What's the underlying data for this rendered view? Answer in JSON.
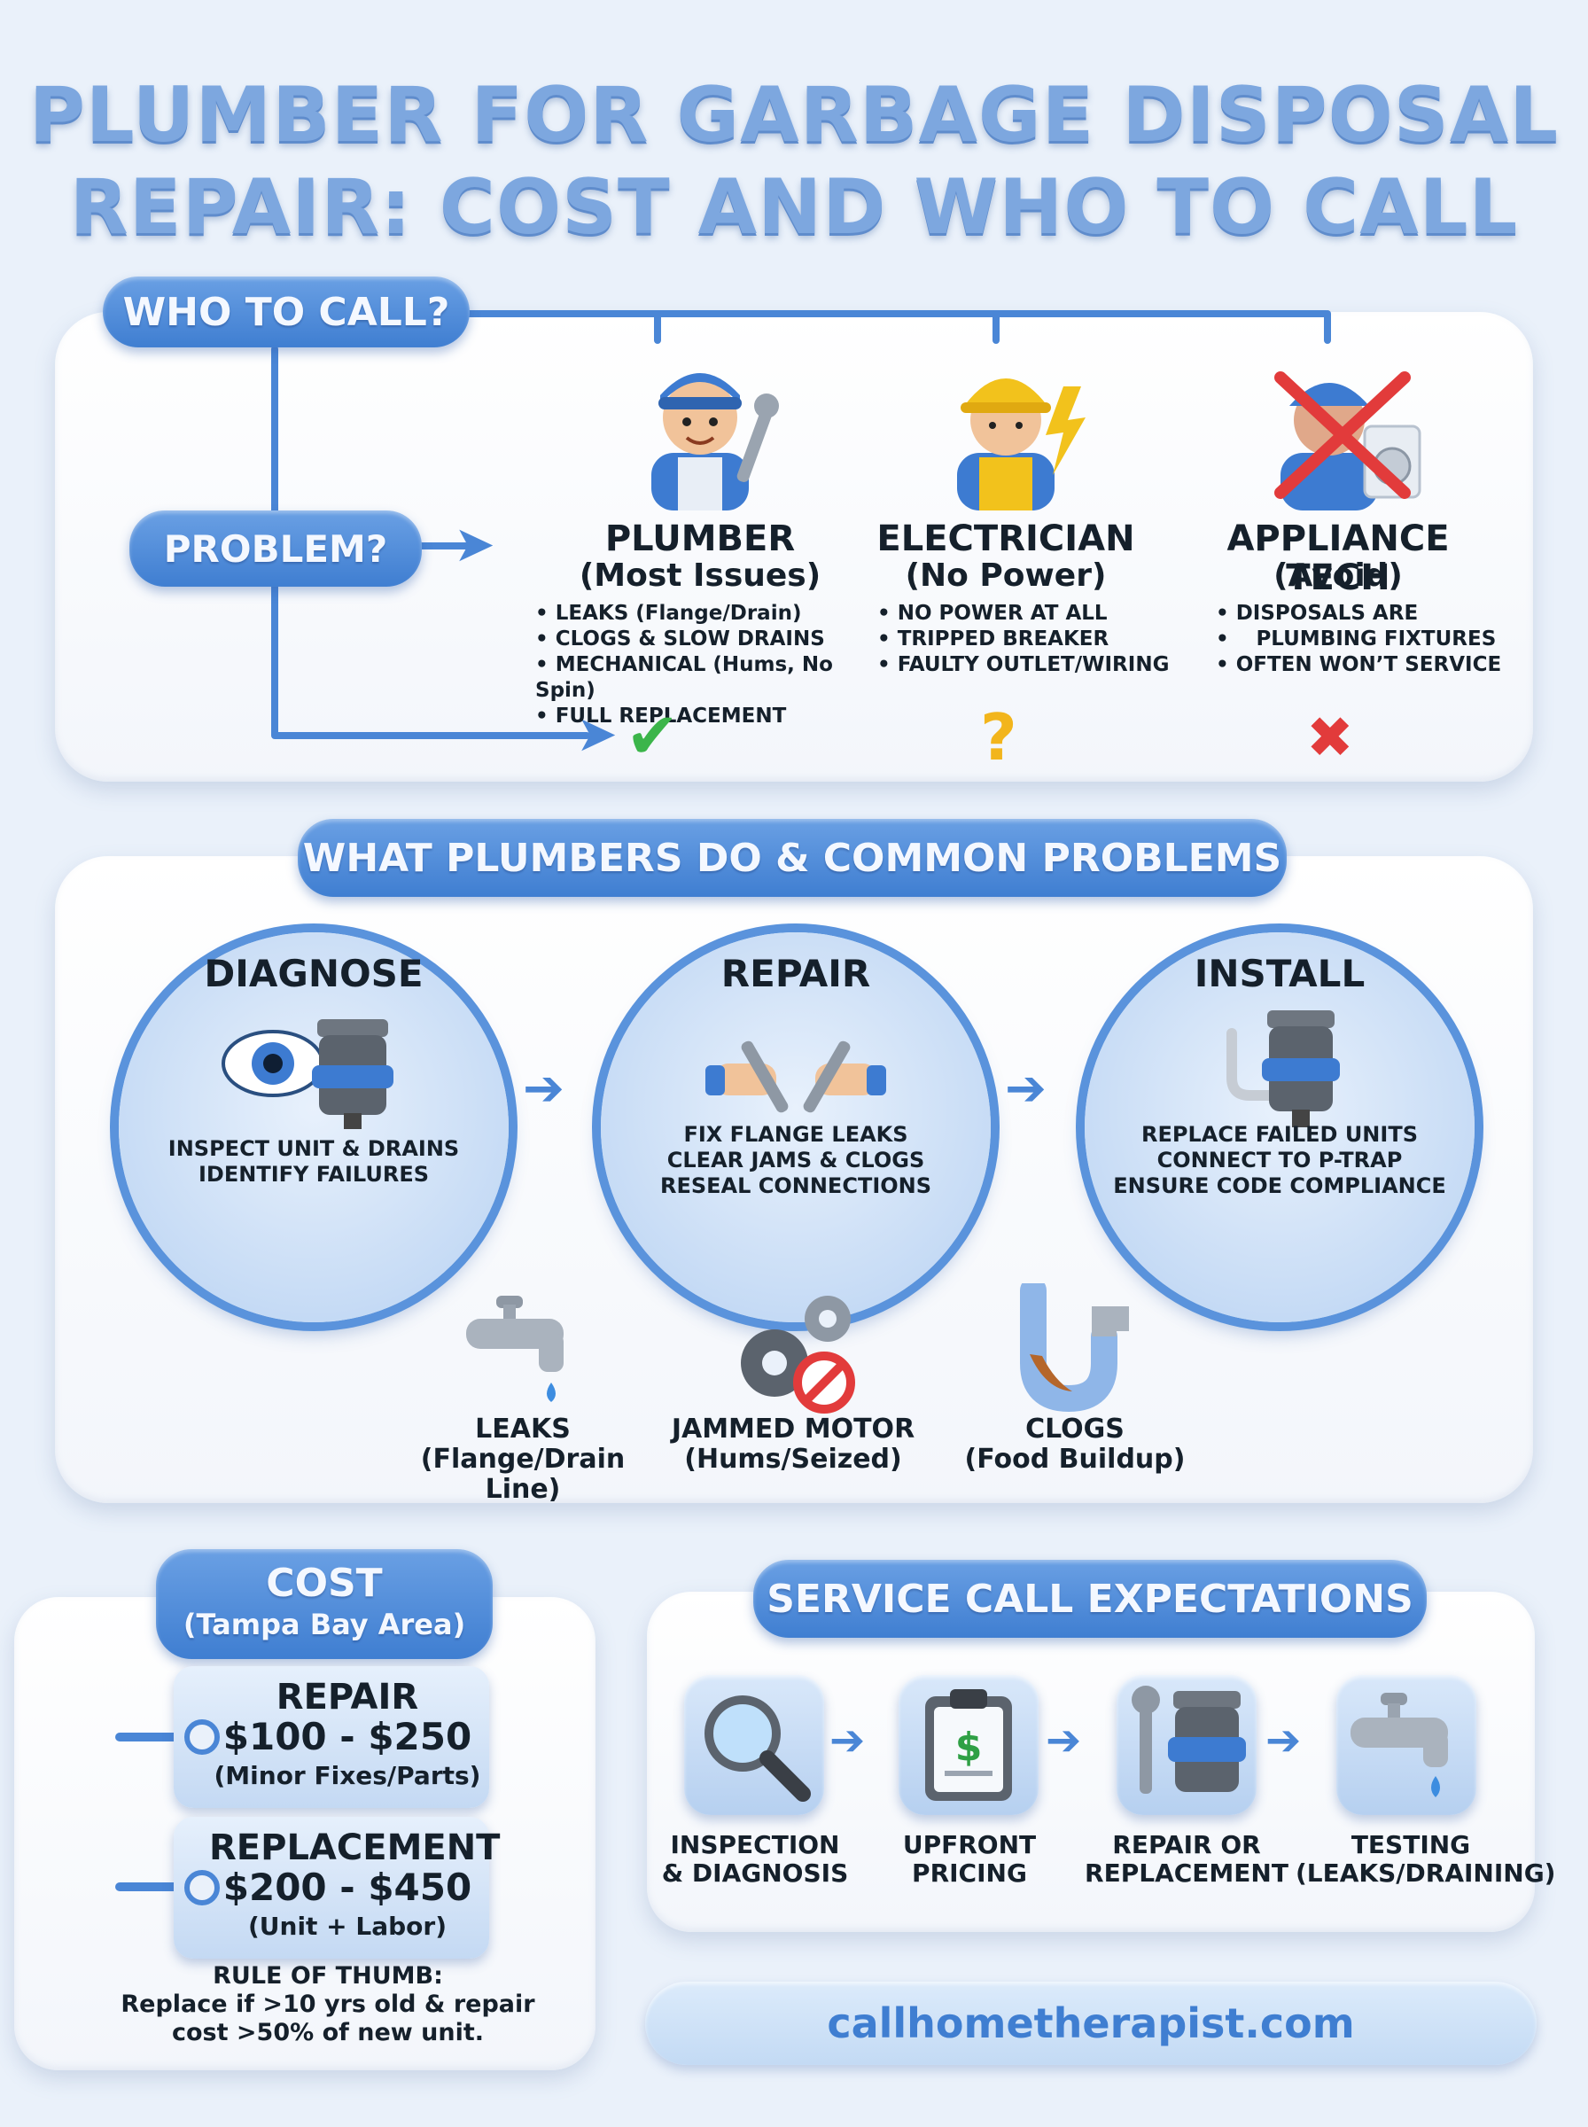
{
  "title": {
    "line1": "PLUMBER FOR GARBAGE DISPOSAL",
    "line2": "REPAIR: COST AND WHO TO CALL"
  },
  "who": {
    "header": "WHO TO CALL?",
    "problem": "PROBLEM?",
    "roles": [
      {
        "name": "PLUMBER",
        "sub": "(Most Issues)",
        "bullets": [
          "LEAKS (Flange/Drain)",
          "CLOGS & SLOW DRAINS",
          "MECHANICAL (Hums, No Spin)",
          "FULL REPLACEMENT"
        ],
        "verdict": "✔",
        "verdict_color": "#3bb54a",
        "icon": "plumber-icon"
      },
      {
        "name": "ELECTRICIAN",
        "sub": "(No Power)",
        "bullets": [
          "NO POWER AT ALL",
          "TRIPPED BREAKER",
          "FAULTY OUTLET/WIRING"
        ],
        "verdict": "?",
        "verdict_color": "#f2b51c",
        "icon": "electrician-icon"
      },
      {
        "name": "APPLIANCE TECH",
        "sub": "(Avoid)",
        "bullets": [
          "DISPOSALS ARE",
          "PLUMBING FIXTURES",
          "OFTEN WON’T SERVICE"
        ],
        "verdict": "✖",
        "verdict_color": "#e23b3b",
        "icon": "appliance-tech-icon"
      }
    ]
  },
  "what": {
    "header": "WHAT PLUMBERS DO & COMMON PROBLEMS",
    "steps": [
      {
        "title": "DIAGNOSE",
        "lines": [
          "INSPECT UNIT & DRAINS",
          "IDENTIFY FAILURES"
        ],
        "icon": "eye-disposal-icon"
      },
      {
        "title": "REPAIR",
        "lines": [
          "FIX FLANGE LEAKS",
          "CLEAR JAMS & CLOGS",
          "RESEAL CONNECTIONS"
        ],
        "icon": "wrench-hands-icon"
      },
      {
        "title": "INSTALL",
        "lines": [
          "REPLACE FAILED UNITS",
          "CONNECT TO P-TRAP",
          "ENSURE CODE COMPLIANCE"
        ],
        "icon": "disposal-pipe-icon"
      }
    ],
    "problems": [
      {
        "name": "LEAKS",
        "detail": "(Flange/Drain Line)",
        "icon": "faucet-drip-icon"
      },
      {
        "name": "JAMMED MOTOR",
        "detail": "(Hums/Seized)",
        "icon": "gears-stop-icon"
      },
      {
        "name": "CLOGS",
        "detail": "(Food Buildup)",
        "icon": "clogged-pipe-icon"
      }
    ]
  },
  "cost": {
    "header": "COST",
    "sub": "(Tampa Bay Area)",
    "tags": [
      {
        "name": "REPAIR",
        "price": "$100 - $250",
        "note": "(Minor Fixes/Parts)"
      },
      {
        "name": "REPLACEMENT",
        "price": "$200 - $450",
        "note": "(Unit + Labor)"
      }
    ],
    "rule_title": "RULE OF THUMB:",
    "rule_line1": "Replace if >10 yrs old & repair",
    "rule_line2": "cost >50% of new unit."
  },
  "service": {
    "header": "SERVICE CALL EXPECTATIONS",
    "steps": [
      {
        "line1": "INSPECTION",
        "line2": "& DIAGNOSIS",
        "icon": "magnifier-icon"
      },
      {
        "line1": "UPFRONT",
        "line2": "PRICING",
        "icon": "clipboard-dollar-icon"
      },
      {
        "line1": "REPAIR OR",
        "line2": "REPLACEMENT",
        "icon": "wrench-disposal-icon"
      },
      {
        "line1": "TESTING",
        "line2": "(LEAKS/DRAINING)",
        "icon": "faucet-test-icon"
      }
    ]
  },
  "footer": {
    "url": "callhometherapist.com"
  }
}
